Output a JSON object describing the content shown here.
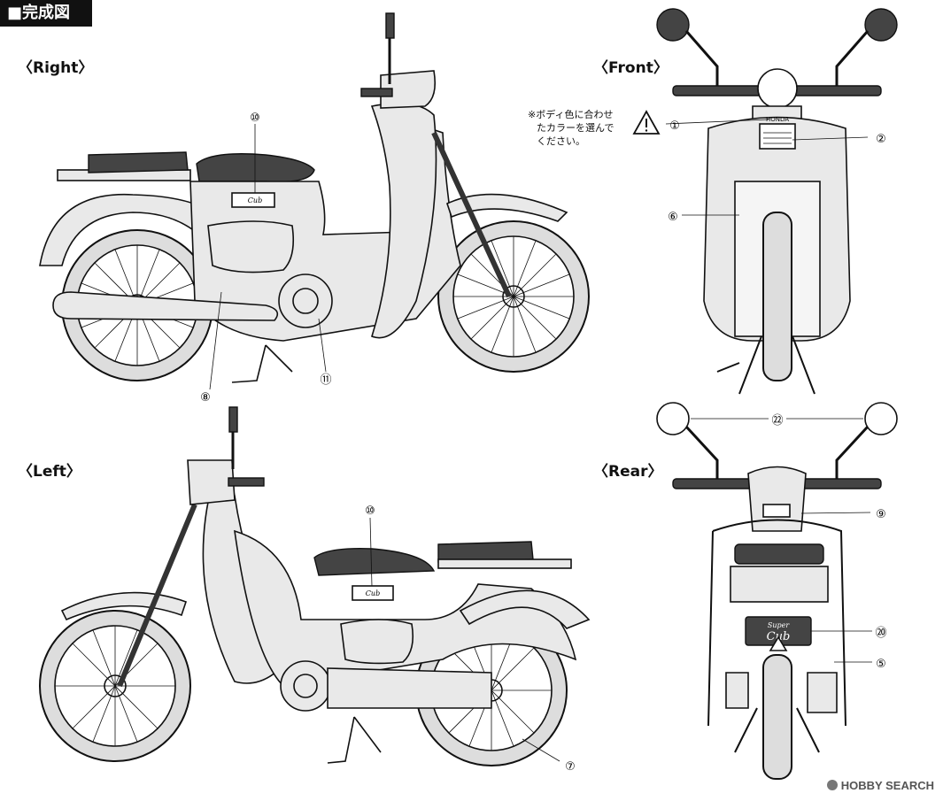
{
  "header": {
    "title": "完成図"
  },
  "views": {
    "right": "〈Right〉",
    "front": "〈Front〉",
    "left": "〈Left〉",
    "rear": "〈Rear〉"
  },
  "note": {
    "line1": "※ボディ色に合わせ",
    "line2": "たカラーを選んで",
    "line3": "ください。"
  },
  "callouts": {
    "c1": "①",
    "c2": "②",
    "c5": "⑤",
    "c6": "⑥",
    "c7": "⑦",
    "c8": "⑧",
    "c9": "⑨",
    "c10": "⑩",
    "c11": "⑪",
    "c20": "⑳",
    "c22": "㉒"
  },
  "decals": {
    "brand": "HONDA",
    "model_top": "Super",
    "model_bottom": "Cub"
  },
  "watermark": {
    "text": "HOBBY SEARCH"
  }
}
